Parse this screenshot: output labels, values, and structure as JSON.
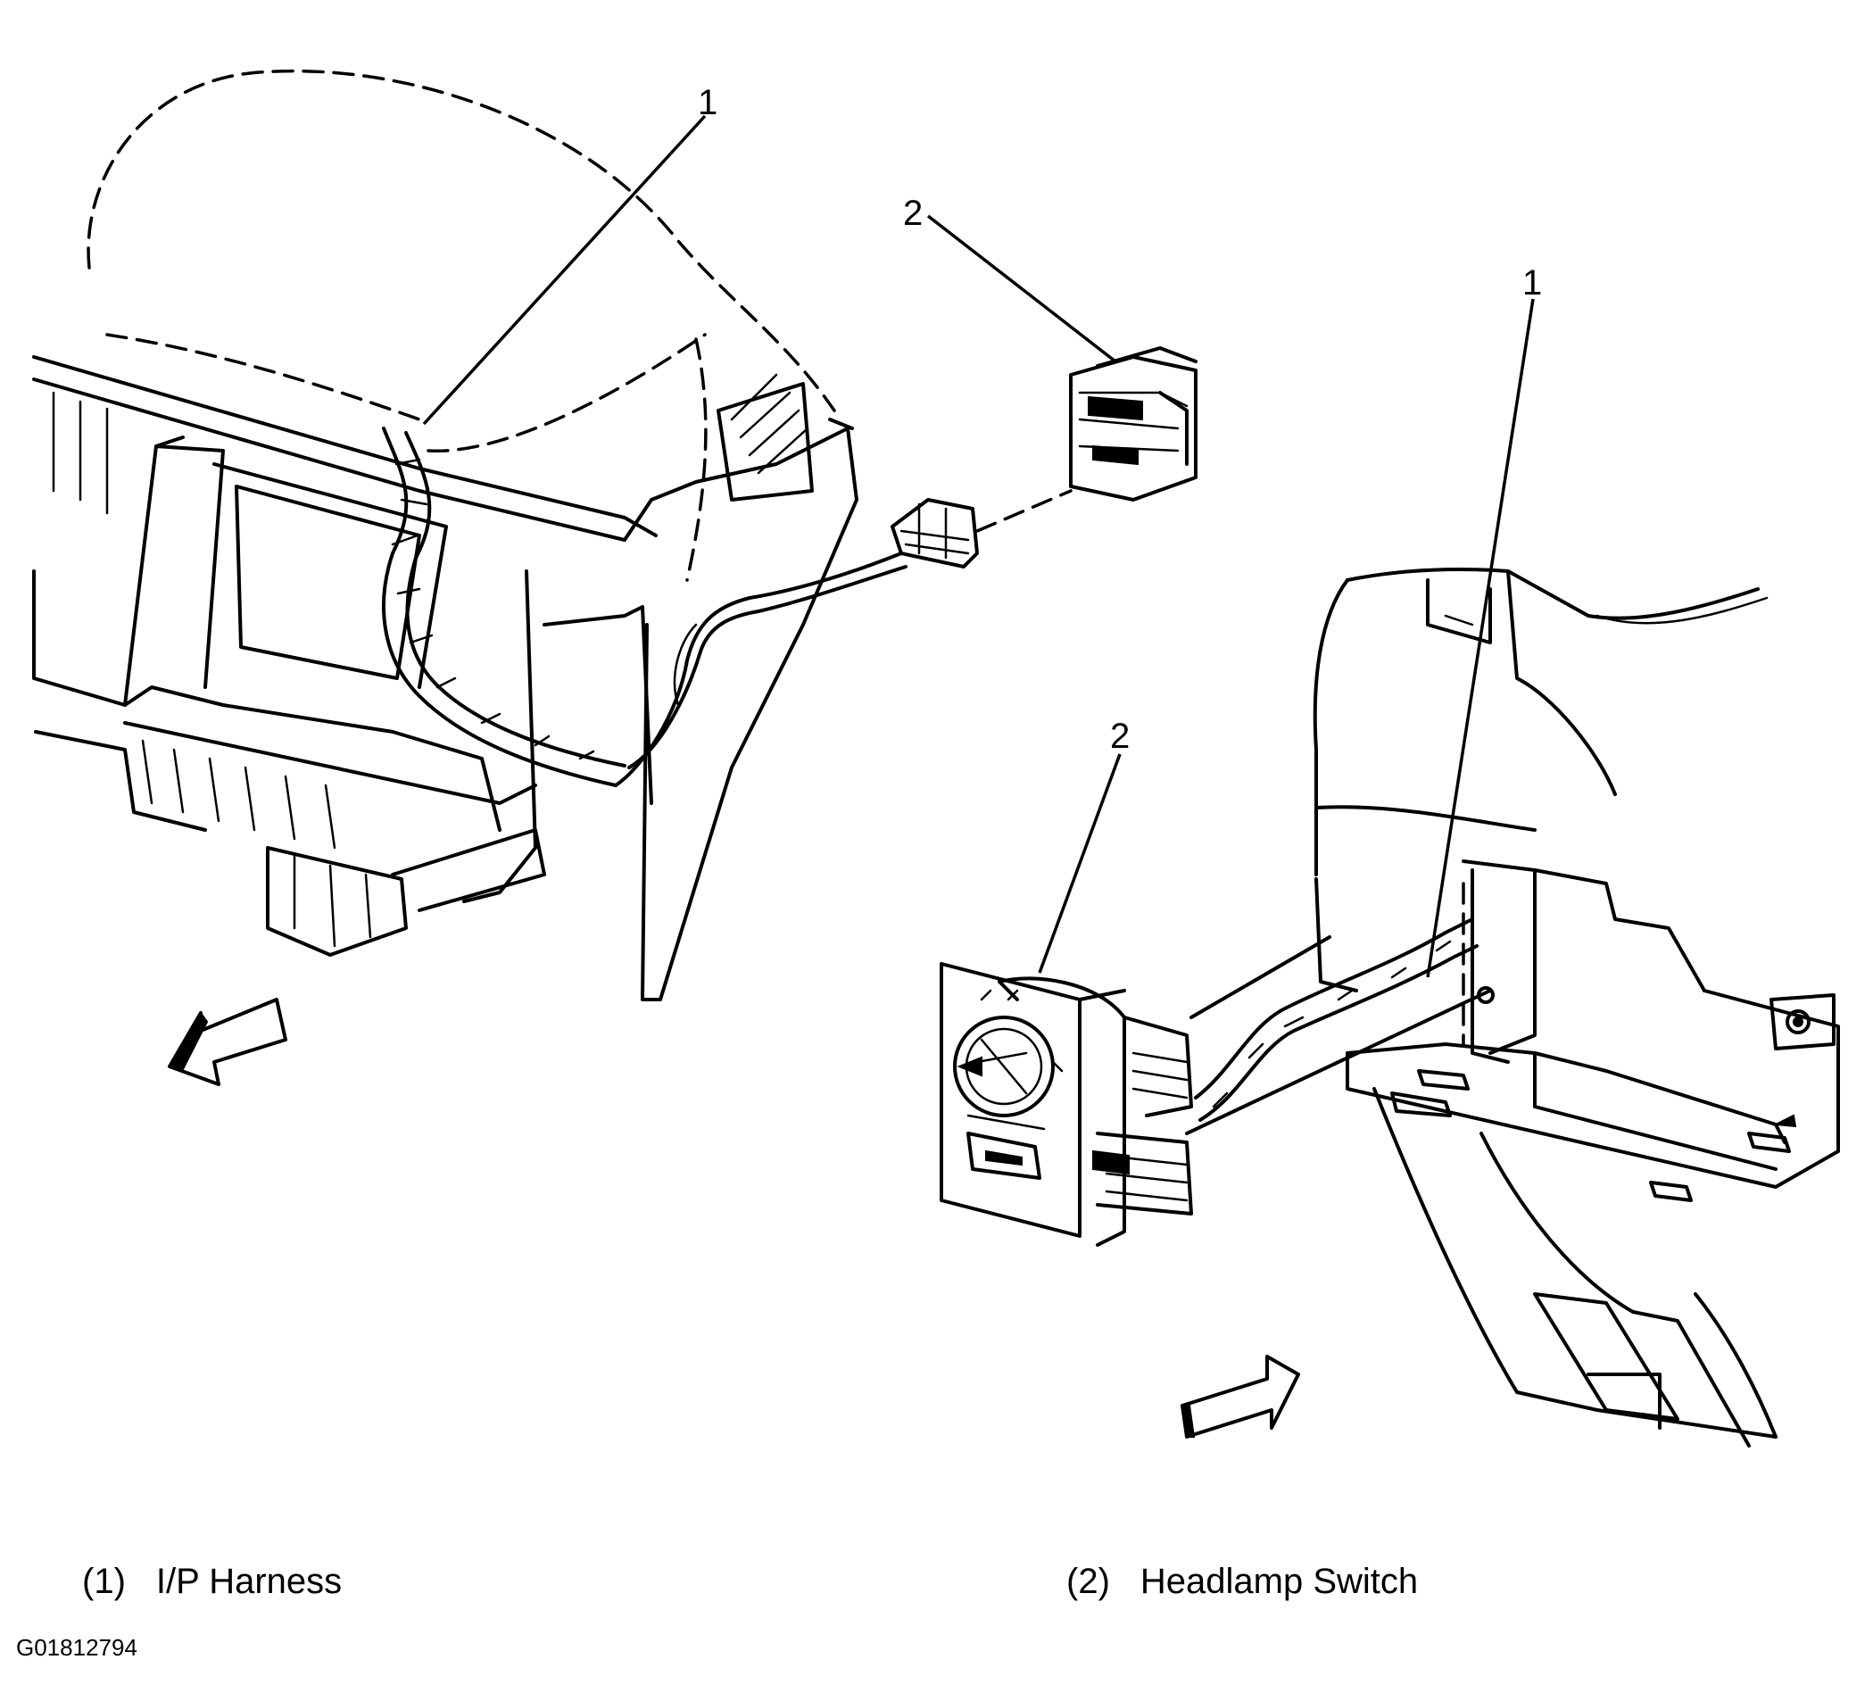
{
  "callouts": {
    "c1_left": "1",
    "c2_top": "2",
    "c1_right": "1",
    "c2_bottom": "2"
  },
  "legend": [
    {
      "number": "(1)",
      "label": "I/P Harness"
    },
    {
      "number": "(2)",
      "label": "Headlamp Switch"
    }
  ],
  "figure_id": "G01812794"
}
